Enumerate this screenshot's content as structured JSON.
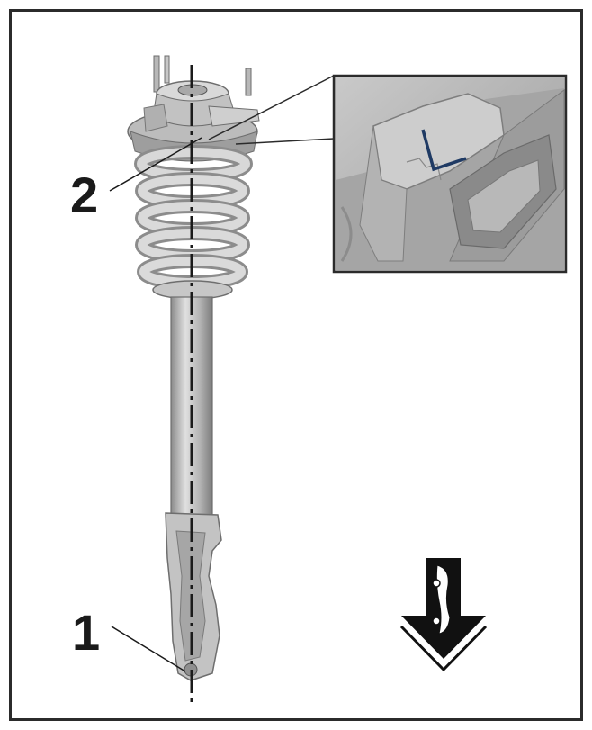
{
  "diagram": {
    "callouts": [
      {
        "id": "1",
        "label": "1"
      },
      {
        "id": "2",
        "label": "2"
      }
    ],
    "inset": {
      "marking_letter": "L",
      "marking_color": "#1f3a64"
    },
    "direction_icon": "arrow-down-vehicle-front-icon",
    "colors": {
      "border": "#2b2b2b",
      "part_light": "#d7d7d7",
      "part_mid": "#a9a9a9",
      "part_dark": "#6e6e6e",
      "centerline": "#1a1a1a"
    }
  }
}
